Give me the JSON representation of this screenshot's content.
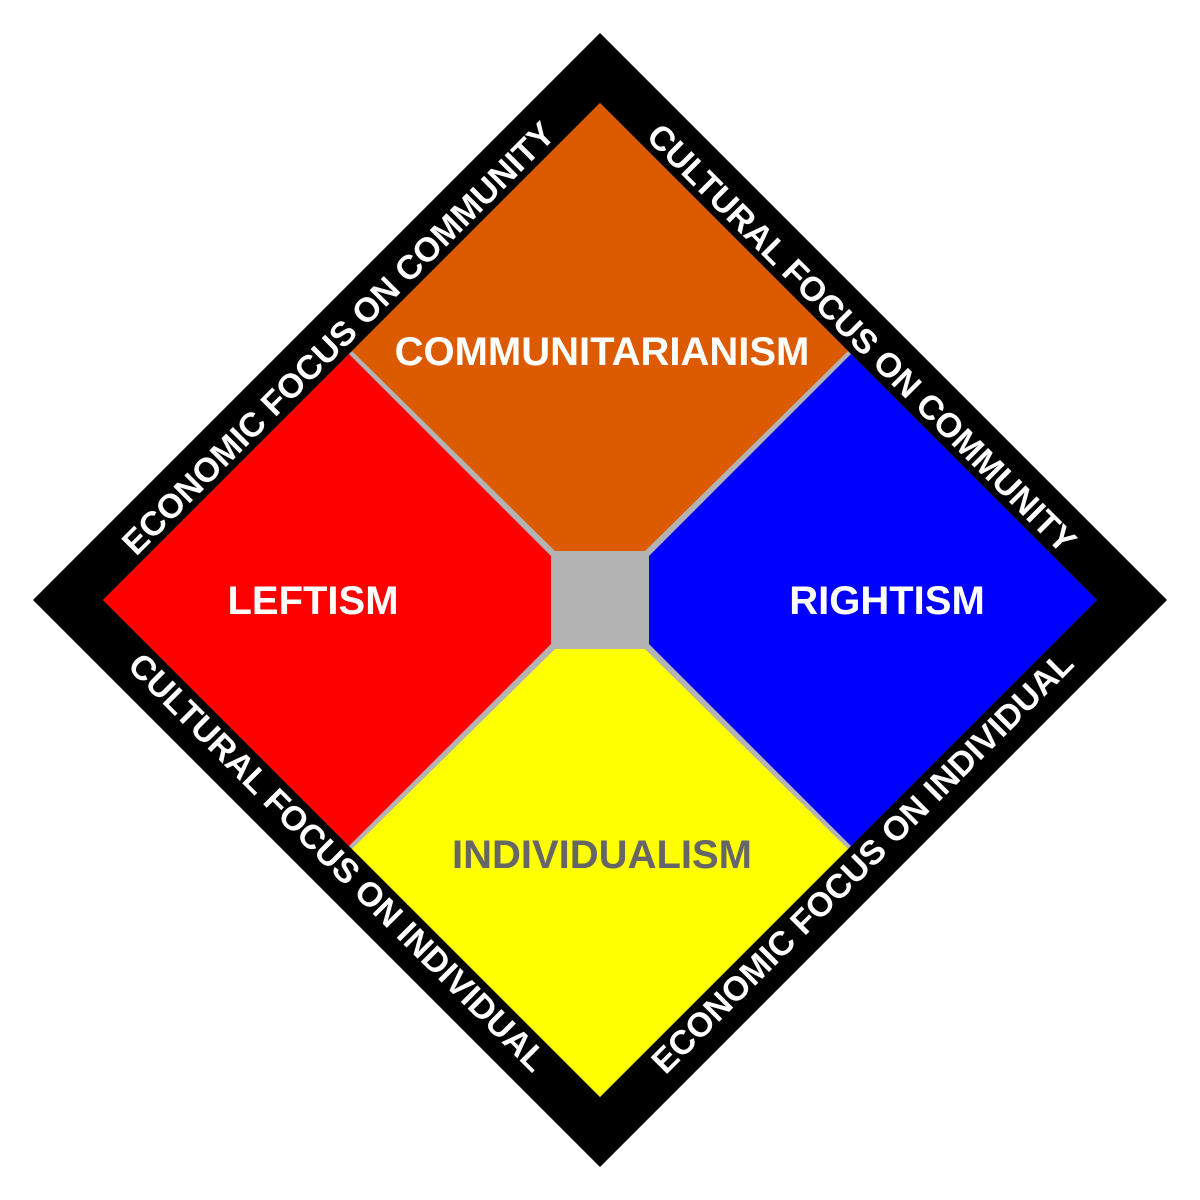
{
  "quadrants": {
    "top": {
      "label": "COMMUNITARIANISM",
      "fill": "#DC5A00",
      "text_color": "#FFFFFF"
    },
    "left": {
      "label": "LEFTISM",
      "fill": "#FF0000",
      "text_color": "#FFFFFF"
    },
    "right": {
      "label": "RIGHTISM",
      "fill": "#0000FF",
      "text_color": "#FFFFFF"
    },
    "bottom": {
      "label": "INDIVIDUALISM",
      "fill": "#FFFF00",
      "text_color": "#666666"
    }
  },
  "edges": {
    "upper_left": "ECONOMIC FOCUS ON COMMUNITY",
    "upper_right": "CULTURAL FOCUS ON COMMUNITY",
    "lower_left": "CULTURAL FOCUS ON INDIVIDUAL",
    "lower_right": "ECONOMIC FOCUS ON INDIVIDUAL"
  },
  "colors": {
    "frame": "#000000",
    "divider": "#B3B3B3",
    "center": "#B3B3B3"
  }
}
